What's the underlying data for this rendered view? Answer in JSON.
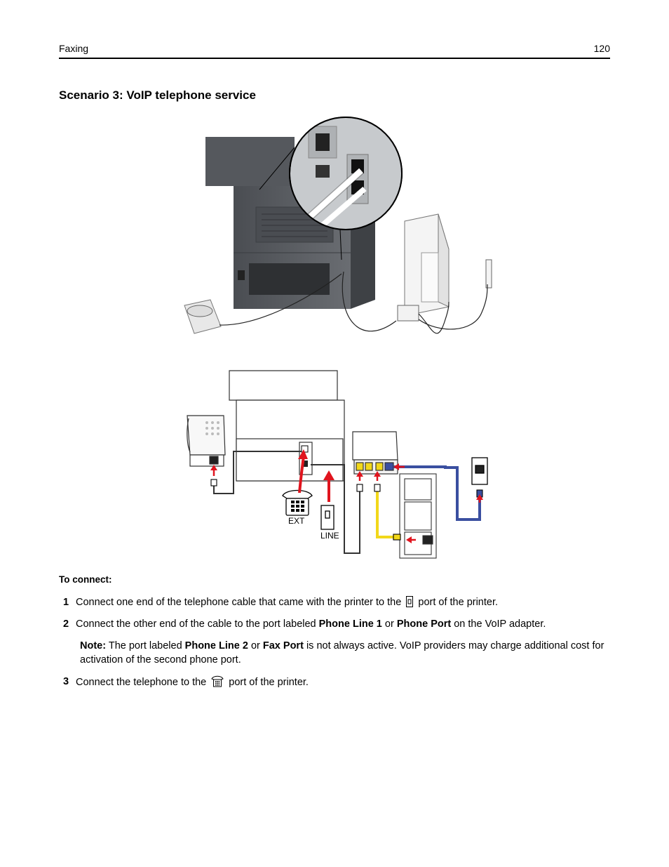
{
  "header": {
    "section": "Faxing",
    "page_number": "120"
  },
  "title": "Scenario 3: VoIP telephone service",
  "diagram": {
    "ext_label": "EXT",
    "line_label": "LINE"
  },
  "connect": {
    "heading": "To connect:",
    "step1": {
      "num": "1",
      "pre": "Connect one end of the telephone cable that came with the printer to the",
      "post": "port of the printer."
    },
    "step2": {
      "num": "2",
      "pre": "Connect the other end of the cable to the port labeled",
      "b1": "Phone Line 1",
      "mid": "or",
      "b2": "Phone Port",
      "post": "on the VoIP adapter."
    },
    "note": {
      "label": "Note:",
      "pre": "The port labeled",
      "b1": "Phone Line 2",
      "mid": "or",
      "b2": "Fax Port",
      "post": "is not always active. VoIP providers may charge additional cost for activation of the second phone port."
    },
    "step3": {
      "num": "3",
      "pre": "Connect the telephone to the",
      "post": "port of the printer."
    }
  },
  "icons": {
    "line_port": "line-port-icon",
    "phone_port": "telephone-icon"
  },
  "colors": {
    "arrow": "#e0141e",
    "ethernet_blue": "#3a4fa0",
    "ethernet_yellow": "#f2d81a",
    "printer_gray": "#5a5d62"
  }
}
